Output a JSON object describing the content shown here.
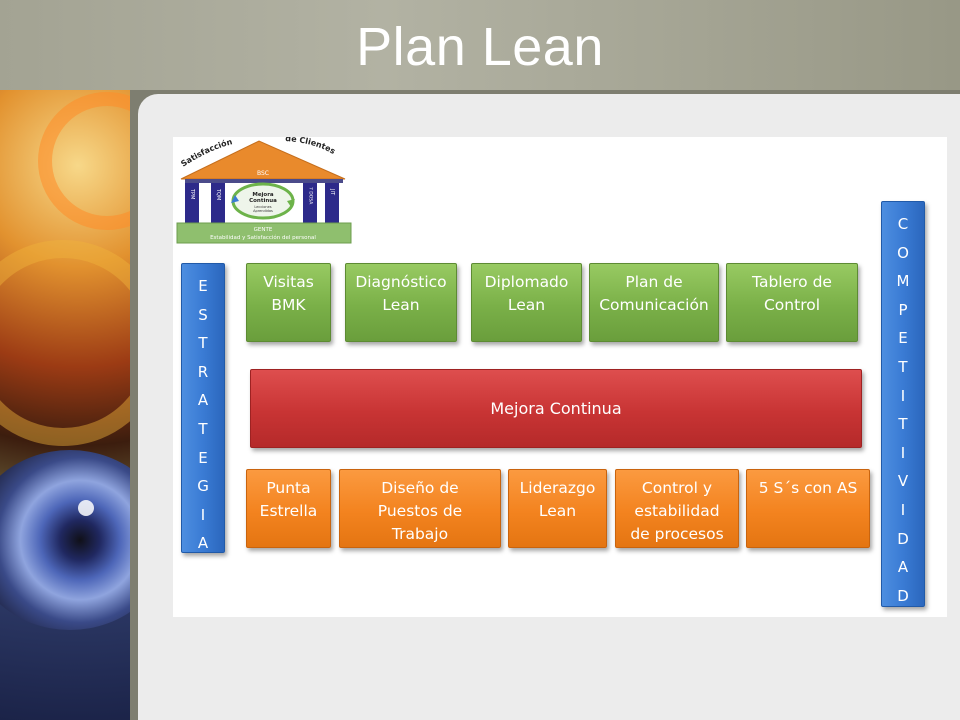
{
  "slide": {
    "title": "Plan Lean"
  },
  "temple": {
    "arc_left": "Satisfacción",
    "arc_right": "de Clientes",
    "roof_label": "BSC",
    "pillars": [
      "TPM",
      "TQM",
      "7 DOSA",
      "JIT"
    ],
    "center_label_1": "Mejora",
    "center_label_2": "Continua",
    "center_sub_1": "Lecciones",
    "center_sub_2": "Aprendidas",
    "base_label_1": "GENTE",
    "base_label_2": "Estabilidad y Satisfacción del personal"
  },
  "left_bar": {
    "letters": [
      "E",
      "S",
      "T",
      "R",
      "A",
      "T",
      "E",
      "G",
      "I",
      "A"
    ]
  },
  "right_bar": {
    "letters": [
      "C",
      "O",
      "M",
      "P",
      "E",
      "T",
      "I",
      "T",
      "I",
      "V",
      "I",
      "D",
      "A",
      "D"
    ]
  },
  "top_row": [
    {
      "line1": "Visitas",
      "line2": "BMK"
    },
    {
      "line1": "Diagnóstico",
      "line2": "Lean"
    },
    {
      "line1": "Diplomado",
      "line2": "Lean"
    },
    {
      "line1": "Plan de",
      "line2": "Comunicación"
    },
    {
      "line1": "Tablero de",
      "line2": "Control"
    }
  ],
  "middle": {
    "label": "Mejora Continua"
  },
  "bottom_row": [
    {
      "lines": [
        "Punta",
        "Estrella"
      ]
    },
    {
      "lines": [
        "Diseño de",
        "Puestos de",
        "Trabajo"
      ]
    },
    {
      "lines": [
        "Liderazgo",
        "Lean"
      ]
    },
    {
      "lines": [
        "Control y",
        "estabilidad",
        "de procesos"
      ]
    },
    {
      "lines": [
        "5 S´s con AS"
      ]
    }
  ],
  "colors": {
    "green": "#7ab048",
    "red": "#c83434",
    "orange": "#f3831f",
    "blue": "#3a7bd4",
    "temple_roof": "#e98a2c",
    "temple_pillar": "#2d2a8a"
  }
}
